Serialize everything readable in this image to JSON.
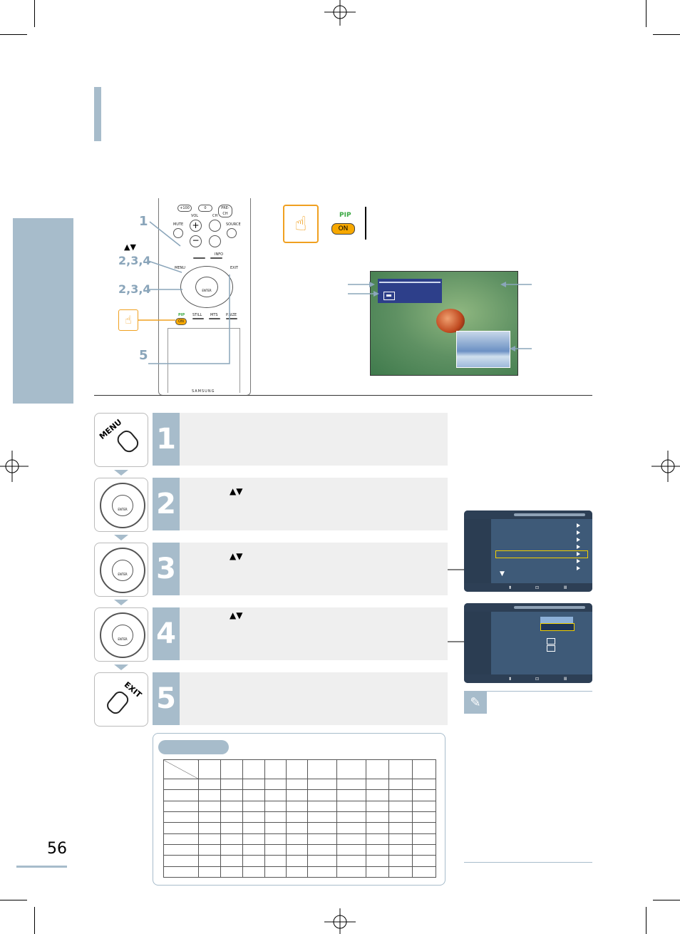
{
  "page_number": "56",
  "remote": {
    "buttons": {
      "plus100": "+100",
      "zero": "0",
      "prech": "PRE-CH",
      "vol": "VOL",
      "ch": "CH",
      "mute": "MUTE",
      "source": "SOURCE",
      "menu": "MENU",
      "info": "INFO",
      "exit": "EXIT",
      "enter": "ENTER",
      "pip": "PIP",
      "on": "ON",
      "still": "STILL",
      "mts": "MTS",
      "p_size": "P.SIZE"
    },
    "brand": "SAMSUNG",
    "callouts": [
      "1",
      "▲▼",
      "2,3,4",
      "2,3,4",
      "5"
    ]
  },
  "pip_indicator": {
    "pip_label": "PIP",
    "on_label": "ON"
  },
  "steps": [
    {
      "number": "1",
      "icon_label": "MENU"
    },
    {
      "number": "2",
      "arrows": "▲▼"
    },
    {
      "number": "3",
      "arrows": "▲▼"
    },
    {
      "number": "4",
      "arrows": "▲▼"
    },
    {
      "number": "5",
      "icon_label": "EXIT"
    }
  ],
  "enter_label": "ENTER",
  "osd_more_arrow": "▼",
  "colors": {
    "accent": "#a7bccb",
    "osd_bg": "#425a70",
    "highlight": "#f4d000",
    "pip_green": "#3aa843",
    "on_orange": "#f7a800"
  }
}
